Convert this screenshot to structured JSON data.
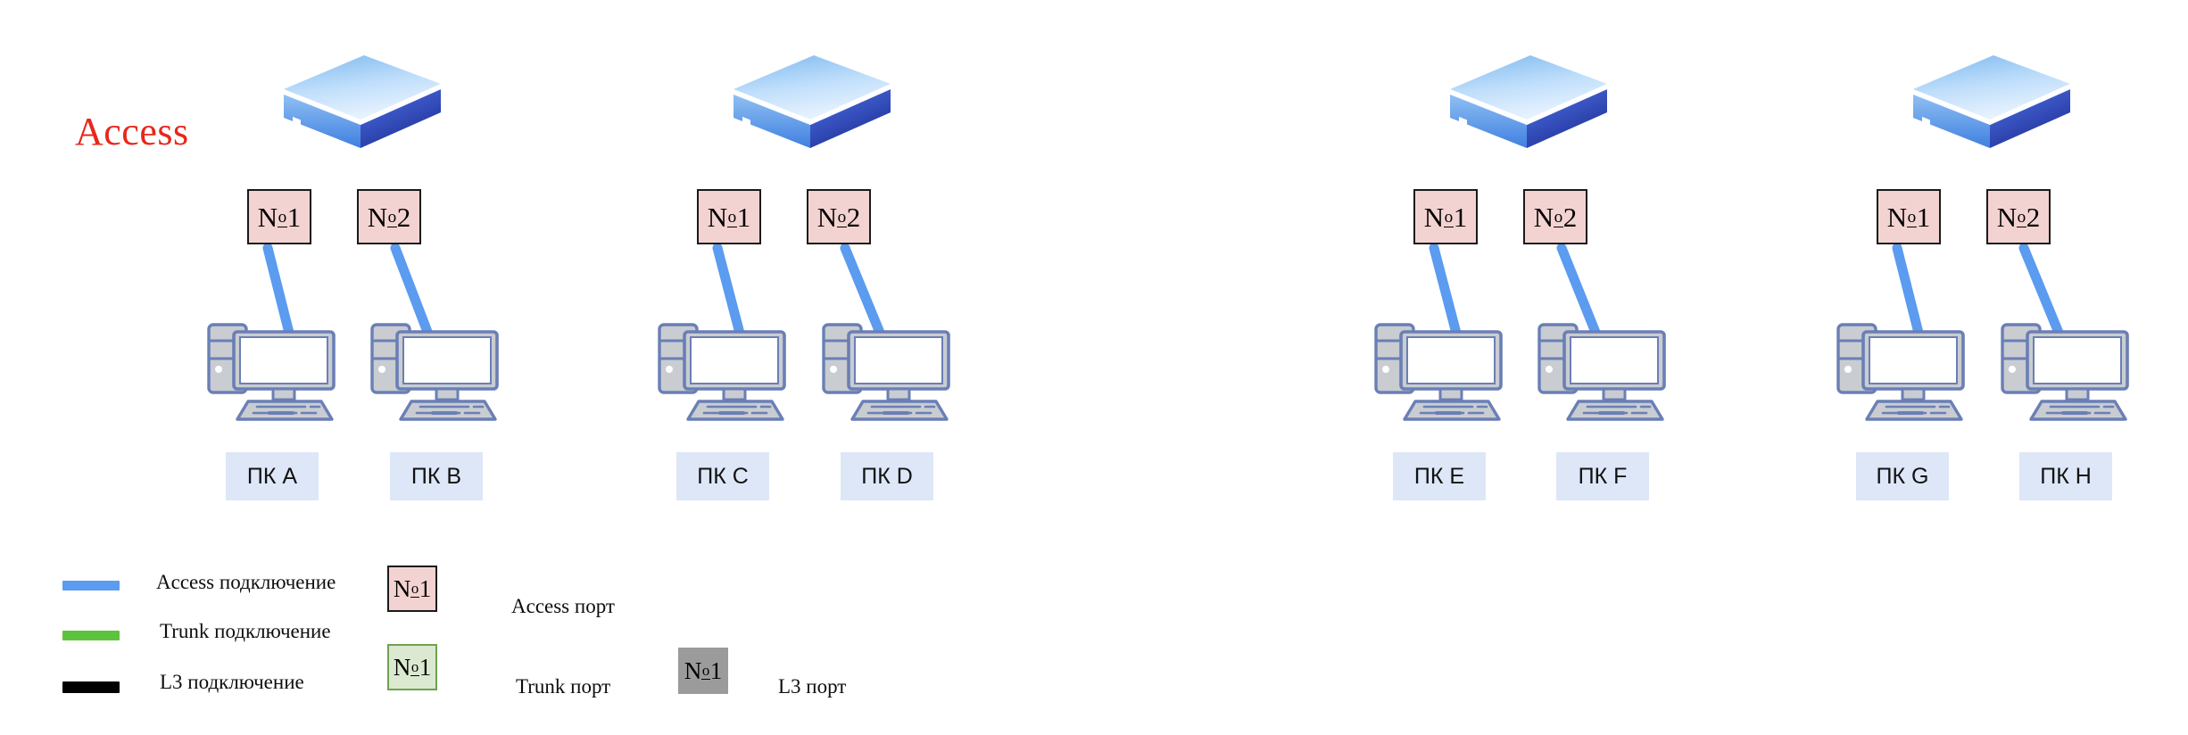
{
  "diagram": {
    "title": "Access",
    "title_color": "#e8271b",
    "background": "#ffffff"
  },
  "colors": {
    "access_link": "#5b9bf0",
    "trunk_link": "#5cc43c",
    "l3_link": "#000000",
    "access_port_fill": "#f3d3d1",
    "access_port_border": "#1a1a1a",
    "trunk_port_fill": "#dbe9d1",
    "trunk_port_border": "#6ea24e",
    "l3_port_fill": "#9b9b9b",
    "pc_label_fill": "#dde7f7",
    "pc_body_fill": "#c9ccd1",
    "pc_outline": "#6a7fb5",
    "switch_top_light": "#cfe6fb",
    "switch_top_dark": "#7cb8ef",
    "switch_front": "#4f8fe8",
    "switch_side": "#2b3fa8"
  },
  "groups": [
    {
      "id": "group-1",
      "switch_name": "access-switch-1",
      "ports": [
        {
          "label_prefix": "№",
          "label_number": "1",
          "name": "port-box-1"
        },
        {
          "label_prefix": "№",
          "label_number": "2",
          "name": "port-box-2"
        }
      ],
      "hosts": [
        {
          "label": "ПК A",
          "name": "pc-a"
        },
        {
          "label": "ПК B",
          "name": "pc-b"
        }
      ]
    },
    {
      "id": "group-2",
      "switch_name": "access-switch-2",
      "ports": [
        {
          "label_prefix": "№",
          "label_number": "1",
          "name": "port-box-1"
        },
        {
          "label_prefix": "№",
          "label_number": "2",
          "name": "port-box-2"
        }
      ],
      "hosts": [
        {
          "label": "ПК C",
          "name": "pc-c"
        },
        {
          "label": "ПК D",
          "name": "pc-d"
        }
      ]
    },
    {
      "id": "group-3",
      "switch_name": "access-switch-3",
      "ports": [
        {
          "label_prefix": "№",
          "label_number": "1",
          "name": "port-box-1"
        },
        {
          "label_prefix": "№",
          "label_number": "2",
          "name": "port-box-2"
        }
      ],
      "hosts": [
        {
          "label": "ПК E",
          "name": "pc-e"
        },
        {
          "label": "ПК F",
          "name": "pc-f"
        }
      ]
    },
    {
      "id": "group-4",
      "switch_name": "access-switch-4",
      "ports": [
        {
          "label_prefix": "№",
          "label_number": "1",
          "name": "port-box-1"
        },
        {
          "label_prefix": "№",
          "label_number": "2",
          "name": "port-box-2"
        }
      ],
      "hosts": [
        {
          "label": "ПК G",
          "name": "pc-g"
        },
        {
          "label": "ПК H",
          "name": "pc-h"
        }
      ]
    }
  ],
  "legend": {
    "links": [
      {
        "label": "Access подключение",
        "color": "#5b9bf0",
        "name": "legend-access-link"
      },
      {
        "label": "Trunk подключение",
        "color": "#5cc43c",
        "name": "legend-trunk-link"
      },
      {
        "label": "L3 подключение",
        "color": "#000000",
        "name": "legend-l3-link"
      }
    ],
    "ports": [
      {
        "label": "Access порт",
        "badge_prefix": "№",
        "badge_number": "1",
        "name": "legend-access-port"
      },
      {
        "label": "Trunk порт",
        "badge_prefix": "№",
        "badge_number": "1",
        "name": "legend-trunk-port"
      },
      {
        "label": "L3 порт",
        "badge_prefix": "№",
        "badge_number": "1",
        "name": "legend-l3-port"
      }
    ]
  }
}
